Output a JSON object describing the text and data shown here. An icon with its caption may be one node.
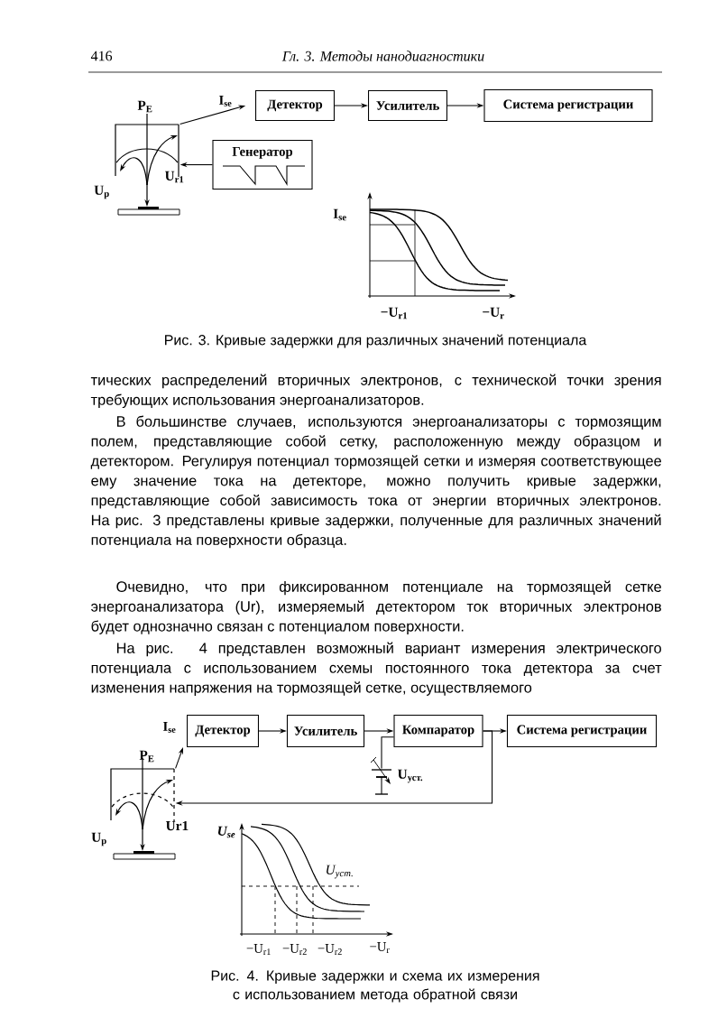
{
  "diagram": {
    "nodes": [
      {
        "text": [
          "Детектор"
        ]
      },
      {
        "text": [
          "Усилитель"
        ]
      },
      {
        "text": [
          "Система регистрации"
        ]
      },
      {
        "text": [
          "Генератор"
        ]
      },
      {
        "text": [],
        "shape": "picture"
      },
      {
        "text": [
          "Детектор"
        ]
      },
      {
        "text": [
          "Усилитель"
        ]
      },
      {
        "text": [
          "Компаратор"
        ]
      },
      {
        "text": [
          "Система регистрации"
        ]
      },
      {
        "text": [],
        "shape": "picture"
      },
      {
        "text": [],
        "shape": "battery"
      }
    ],
    "edges": [
      {
        "from": 4,
        "to": 0,
        "arrow": "to",
        "label": "I$_{se}$"
      },
      {
        "from": 0,
        "to": 1,
        "arrow": "to"
      },
      {
        "from": 1,
        "to": 2,
        "arrow": "to"
      },
      {
        "from": 3,
        "to": 4,
        "arrow": "to"
      },
      {
        "from": 9,
        "to": 5,
        "arrow": "to",
        "label": "I$_{se}$"
      },
      {
        "from": 5,
        "to": 6,
        "arrow": "to"
      },
      {
        "from": 6,
        "to": 7,
        "arrow": "to"
      },
      {
        "from": 7,
        "to": 8,
        "arrow": "to"
      },
      {
        "from": 7,
        "to": 9,
        "arrow": "to"
      },
      {
        "from": 7,
        "to": 10,
        "arrow": "none"
      }
    ],
    "labels": [
      "416",
      "Гл. 3. Методы нанодиагностики",
      "P$_{E}$",
      "U$_{r1}$",
      "U$_{p}$",
      "I$_{se}$",
      "−U$_{r1}$",
      "−U$_{r}$",
      "Рис. 3. Кривые задержки для различных значений потенциала",
      "тических распределений вторичных электронов, с технической точки зрения требующих использования энергоанализаторов.",
      "В большинстве случаев, используются энергоанализаторы с тормозящим полем, представляющие собой сетку, расположенную между образцом и детектором. Регулируя потенциал тормозящей сетки и измеряя соответствующее ему значение тока на детекторе, можно получить кривые задержки, представляющие собой зависимость тока от энергии вторичных электронов. На рис. 3 представлены кривые задержки, полученные для различных значений потенциала на поверхности образца.",
      "Очевидно, что при фиксированном потенциале на тормозящей сетке энергоанализатора (Ur), измеряемый детектором ток вторичных электронов будет однозначно связан с потенциалом поверхности.",
      "На рис. 4 представлен возможный вариант измерения электрического потенциала с использованием схемы постоянного тока детектора за счет изменения напряжения на тормозящей сетке, осуществляемого",
      "P$_{E}$",
      "Ur1",
      "U$_{p}$",
      "U$_{уст.}$",
      "U$_{se}$",
      "U$_{уст.}$",
      "−U$_{r1}$",
      "−U$_{r2}$",
      "−U$_{r2}$",
      "−U$_{r}$",
      "Рис. 4. Кривые задержки и схема их измерения с использованием метода обратной связи"
    ]
  }
}
